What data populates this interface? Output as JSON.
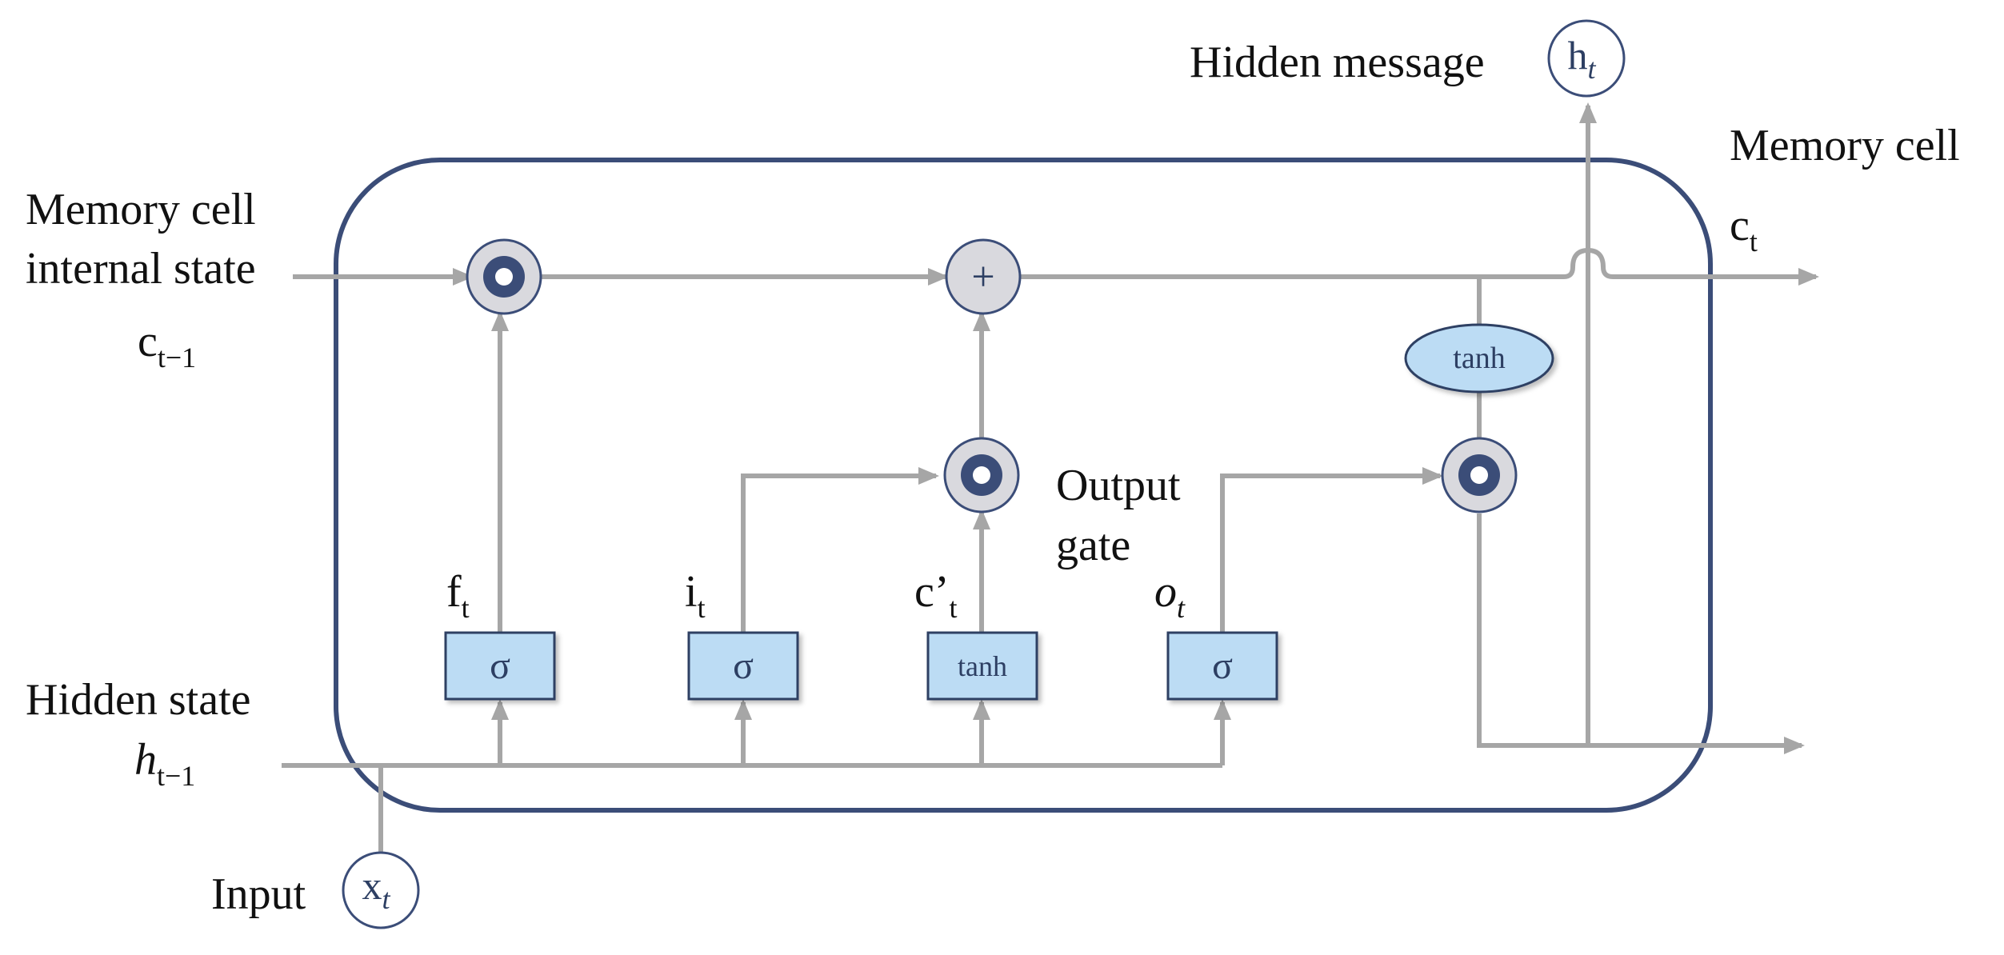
{
  "labels": {
    "memory_cell_in_line1": "Memory cell",
    "memory_cell_in_line2": "internal state",
    "c_prev_base": "c",
    "c_prev_sub": "t−1",
    "hidden_state": "Hidden state",
    "h_prev_base": "h",
    "h_prev_sub": "t−1",
    "input": "Input",
    "x_base": "x",
    "x_sub": "t",
    "hidden_message": "Hidden message",
    "h_out_base": "h",
    "h_out_sub": "t",
    "memory_cell_out": "Memory cell",
    "c_out_base": "c",
    "c_out_sub": "t",
    "output_gate_line1": "Output",
    "output_gate_line2": "gate",
    "f_base": "f",
    "f_sub": "t",
    "i_base": "i",
    "i_sub": "t",
    "c_cand_base": "c’",
    "c_cand_sub": "t",
    "o_base": "o",
    "o_sub": "t"
  },
  "gates": {
    "forget": "σ",
    "input": "σ",
    "candidate": "tanh",
    "output": "σ",
    "cell_tanh": "tanh"
  },
  "operators": {
    "plus": "+"
  },
  "colors": {
    "wire": "#a6a6a6",
    "cell_border": "#3b4d78",
    "gate_fill": "#bcdcf4",
    "gate_border": "#2d3f63",
    "operator_fill": "#d9d9de",
    "operator_dot": "#3b4d78"
  }
}
